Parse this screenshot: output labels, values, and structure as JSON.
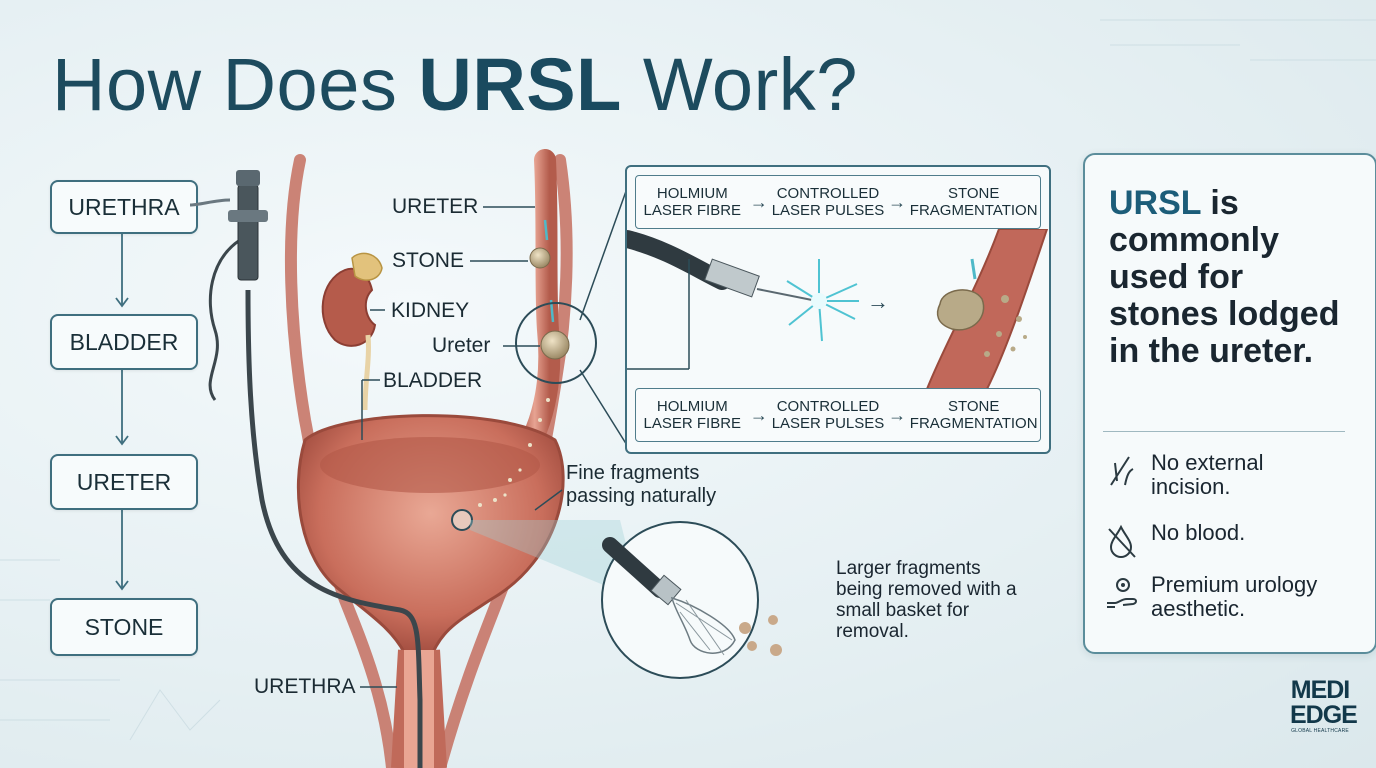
{
  "title": {
    "pre": "How Does ",
    "bold": "URSL",
    "post": " Work?"
  },
  "flow": [
    "URETHRA",
    "BLADDER",
    "URETER",
    "STONE"
  ],
  "anatomy_labels": {
    "ureter_top": "URETER",
    "stone": "STONE",
    "kidney": "KIDNEY",
    "ureter_mid": "Ureter",
    "bladder": "BLADDER",
    "urethra": "URETHRA",
    "fine_fragments": "Fine fragments passing naturally"
  },
  "inset": {
    "steps_top": [
      "HOLMIUM LASER FIBRE",
      "CONTROLLED LASER PULSES",
      "STONE FRAGMENTATION"
    ],
    "steps_bottom": [
      "HOLMIUM LASER FIBRE",
      "CONTROLLED LASER PULSES",
      "STONE FRAGMENTATION"
    ],
    "arrow": "→"
  },
  "basket_caption": "Larger fragments being removed with a small basket for removal.",
  "panel": {
    "headline_pre": "URSL",
    "headline_rest": " is commonly used for stones lodged in the ureter.",
    "features": [
      {
        "icon": "no-incision-icon",
        "text": "No external incision."
      },
      {
        "icon": "no-blood-icon",
        "text": "No blood."
      },
      {
        "icon": "premium-care-icon",
        "text": "Premium urology aesthetic."
      }
    ]
  },
  "logo": {
    "line1": "MEDI",
    "line2": "EDGE",
    "line3": "GLOBAL HEALTHCARE"
  },
  "colors": {
    "accent": "#1c5d79",
    "tissue": "#c97a6a",
    "border": "#3f6f7f"
  }
}
